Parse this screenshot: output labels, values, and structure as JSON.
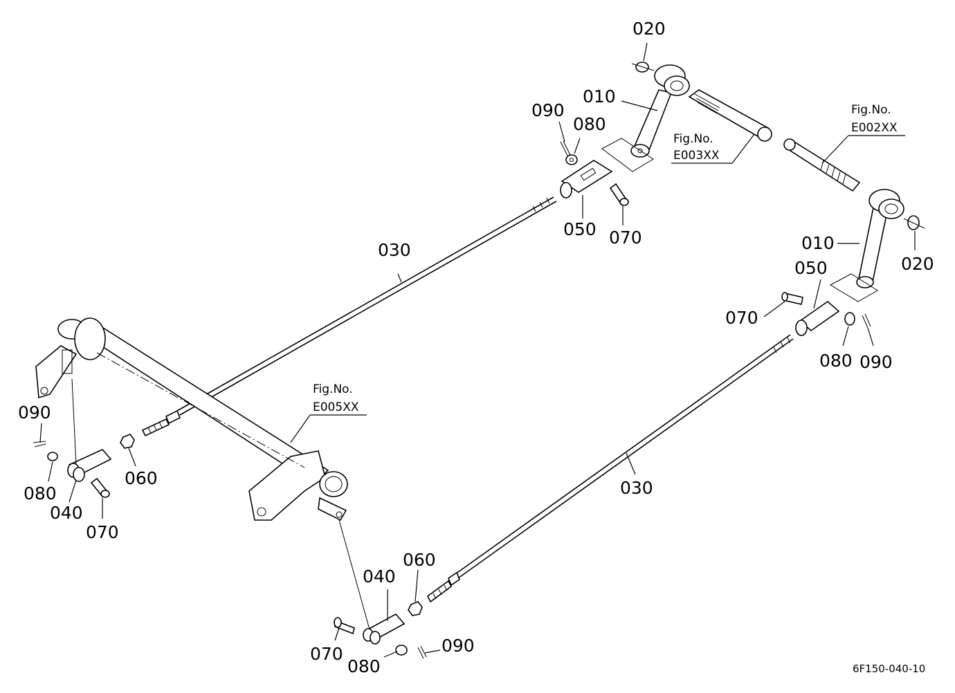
{
  "diagram": {
    "code": "6F150-040-10",
    "part_labels": {
      "p020_top": "020",
      "p010_top": "010",
      "p090_top": "090",
      "p080_top": "080",
      "p050_top": "050",
      "p070_top": "070",
      "p030_upper": "030",
      "p010_right": "010",
      "p020_right": "020",
      "p050_right": "050",
      "p070_right": "070",
      "p080_right": "080",
      "p090_right": "090",
      "p090_left": "090",
      "p080_left": "080",
      "p040_left": "040",
      "p070_left": "070",
      "p060_left": "060",
      "p030_lower": "030",
      "p040_bottom": "040",
      "p060_bottom": "060",
      "p070_bottom": "070",
      "p080_bottom": "080",
      "p090_bottom": "090"
    },
    "figure_refs": {
      "e003_title": "Fig.No.",
      "e003_code": "E003XX",
      "e002_title": "Fig.No.",
      "e002_code": "E002XX",
      "e005_title": "Fig.No.",
      "e005_code": "E005XX"
    }
  }
}
